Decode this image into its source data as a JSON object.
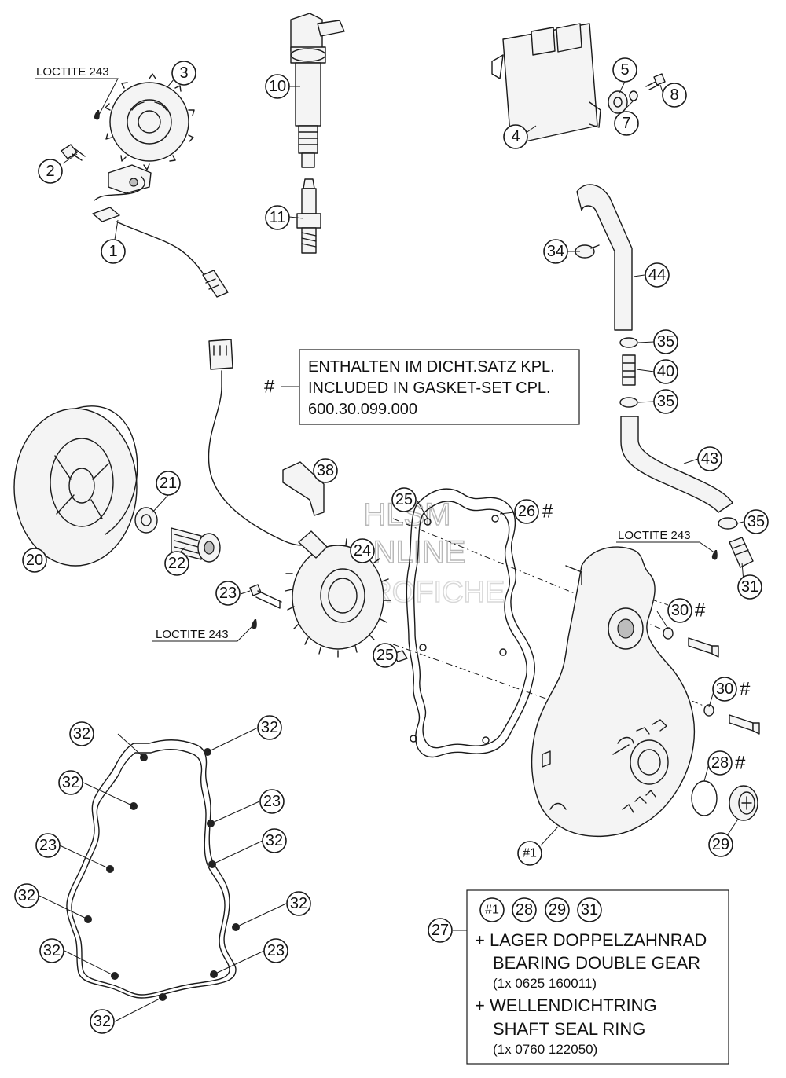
{
  "callouts": {
    "c1": "1",
    "c2": "2",
    "c3": "3",
    "c4": "4",
    "c5": "5",
    "c7": "7",
    "c8": "8",
    "c10": "10",
    "c11": "11",
    "c20": "20",
    "c21": "21",
    "c22": "22",
    "c23a": "23",
    "c23b": "23",
    "c23c": "23",
    "c23d": "23",
    "c24": "24",
    "c25a": "25",
    "c25b": "25",
    "c26": "26",
    "c27": "27",
    "c28": "28",
    "c29": "29",
    "c30a": "30",
    "c30b": "30",
    "c31": "31",
    "c32a": "32",
    "c32b": "32",
    "c32c": "32",
    "c32d": "32",
    "c32e": "32",
    "c32f": "32",
    "c32g": "32",
    "c32h": "32",
    "c34": "34",
    "c35a": "35",
    "c35b": "35",
    "c35c": "35",
    "c38": "38",
    "c40": "40",
    "c43": "43",
    "c44": "44",
    "c_h1": "#1"
  },
  "hash_mark": "#",
  "loctite_labels": [
    "LOCTITE 243",
    "LOCTITE 243",
    "LOCTITE 243"
  ],
  "gasket_note": {
    "line1": "ENTHALTEN IM DICHT.SATZ KPL.",
    "line2": "INCLUDED IN GASKET-SET CPL.",
    "line3": "600.30.099.000"
  },
  "kit_box": {
    "refs": [
      "#1",
      "28",
      "29",
      "31"
    ],
    "line1": "+ LAGER DOPPELZAHNRAD",
    "line2": "BEARING DOUBLE GEAR",
    "line3": "(1x 0625 160011)",
    "line4": "+ WELLENDICHTRING",
    "line5": "SHAFT SEAL RING",
    "line6": "(1x 0760 122050)"
  },
  "watermark": {
    "line1": "HLSM",
    "line2": "ONLINE",
    "line3": "MICROFICHE"
  },
  "colors": {
    "ink": "#1a1a1a",
    "watermark": "#b8b8b8",
    "background": "#ffffff"
  }
}
